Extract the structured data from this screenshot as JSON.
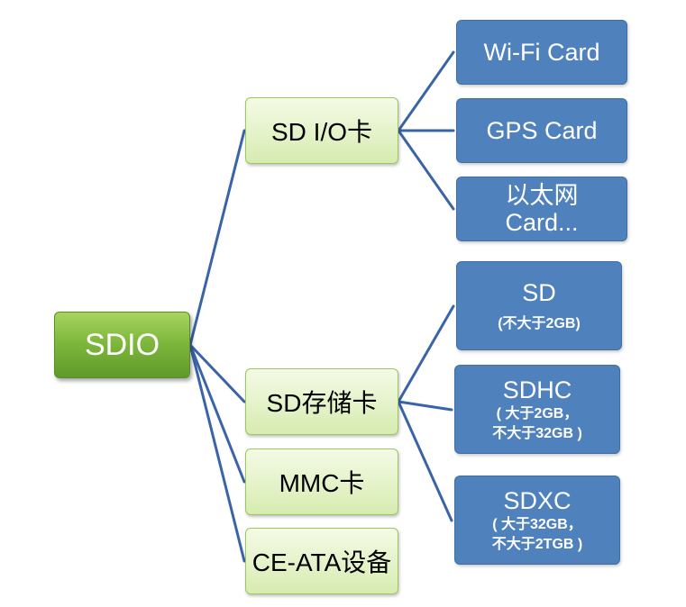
{
  "colors": {
    "root_fill": "#7fb83d",
    "mid_fill": "#e3f2c6",
    "mid_border": "#9cc65e",
    "leaf_fill": "#4f81bd",
    "connector": "#3a64a8"
  },
  "root": {
    "label": "SDIO"
  },
  "categories": [
    {
      "id": "sdio_card",
      "label": "SD I/O卡"
    },
    {
      "id": "memory_card",
      "label": "SD存储卡"
    },
    {
      "id": "mmc_card",
      "label": "MMC卡"
    },
    {
      "id": "ceata",
      "label": "CE-ATA设备"
    }
  ],
  "io_cards": [
    {
      "label": "Wi-Fi Card"
    },
    {
      "label": "GPS Card"
    },
    {
      "label_line1": "以太网",
      "label_line2": "Card..."
    }
  ],
  "memory_cards": [
    {
      "label": "SD",
      "note": "(不大于2GB)"
    },
    {
      "label": "SDHC",
      "note_line1": "( 大于2GB，",
      "note_line2": "不大于32GB )"
    },
    {
      "label": "SDXC",
      "note_line1": "( 大于32GB，",
      "note_line2": "不大于2TGB )"
    }
  ]
}
